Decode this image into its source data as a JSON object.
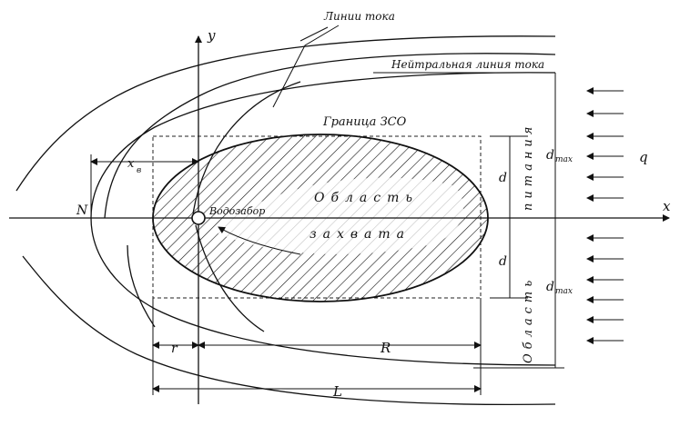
{
  "labels": {
    "stream_lines": "Линии тока",
    "neutral_line": "Нейтральная линия тока",
    "zso_boundary": "Границa ЗСО",
    "capture_area_1": "Область",
    "capture_area_2": "захвата",
    "intake": "Водозабор",
    "supply_area_1": "питания",
    "supply_area_2": "Область",
    "axis_x": "x",
    "axis_y": "y",
    "point_n": "N",
    "x_b": "x",
    "x_b_sub": "в",
    "d_upper": "d",
    "d_lower": "d",
    "d_max_upper": "d",
    "d_max_upper_sub": "max",
    "d_max_lower": "d",
    "d_max_lower_sub": "max",
    "flow_q": "q",
    "dim_r_small": "r",
    "dim_R": "R",
    "dim_L": "L"
  }
}
